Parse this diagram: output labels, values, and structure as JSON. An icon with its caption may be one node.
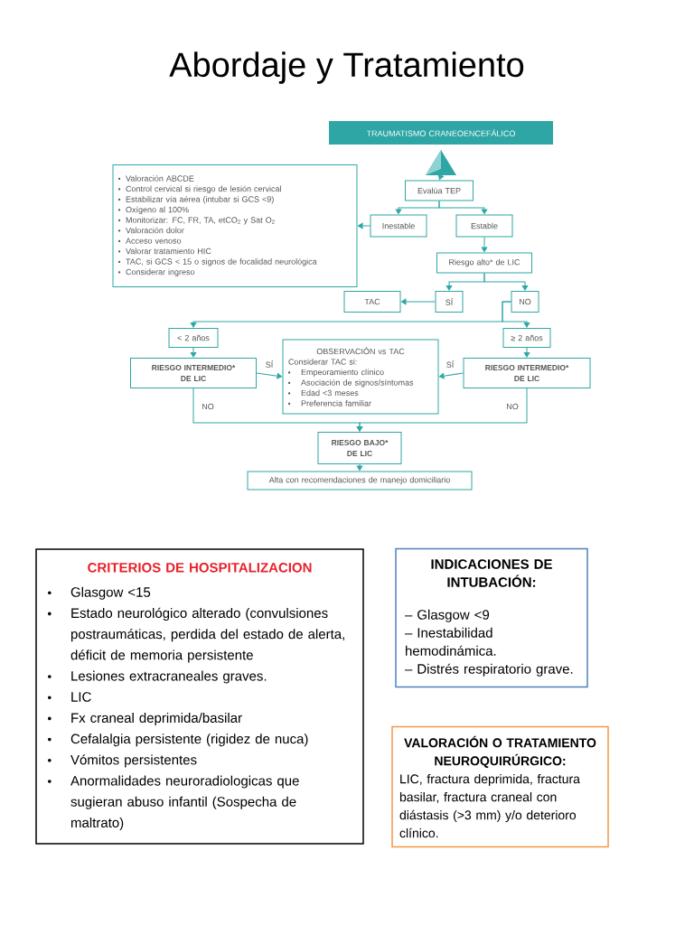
{
  "diagram": {
    "title": "Abordaje y Tratamiento",
    "nodes": [
      {
        "text": [
          "TRAUMATISMO CRANEOENCEFÁLICO"
        ]
      },
      {
        "text": [],
        "shape": "triangle"
      },
      {
        "text": [
          "Evalúa TEP"
        ]
      },
      {
        "text": [
          "Inestable"
        ]
      },
      {
        "text": [
          "Estable"
        ]
      },
      {
        "text": [
          "Valoración ABCDE",
          "Control cervical si riesgo de lesión cervical",
          "Estabilizar vía aérea (intubar si GCS <9)",
          "Oxígeno al 100%",
          "Monitorizar: FC, FR, TA, etCO$_{2}$ y Sat O$_{2}$",
          "Valoración dolor",
          "Acceso venoso",
          "Valorar tratamiento HIC",
          "TAC, si GCS < 15 o signos de focalidad neurológica",
          "Considerar ingreso"
        ]
      },
      {
        "text": [
          "Riesgo alto* de LIC"
        ]
      },
      {
        "text": [
          "TAC"
        ]
      },
      {
        "text": [
          "SÍ"
        ]
      },
      {
        "text": [
          "NO"
        ]
      },
      {
        "text": [
          "< 2 años"
        ]
      },
      {
        "text": [
          "≥ 2 años"
        ]
      },
      {
        "text": [
          "RIESGO INTERMEDIO* DE LIC"
        ]
      },
      {
        "text": [
          "OBSERVACIÓN vs TAC",
          "Considerar TAC si:",
          "Empeoramiento clínico",
          "Asociación de signos/síntomas",
          "Edad <3 meses",
          "Preferencia familiar"
        ]
      },
      {
        "text": [
          "RIESGO INTERMEDIO* DE LIC"
        ]
      },
      {
        "text": [
          "RIESGO BAJO* DE LIC"
        ]
      },
      {
        "text": [
          "Alta con recomendaciones de manejo domiciliario"
        ]
      },
      {
        "text": [
          "CRITERIOS DE HOSPITALIZACION",
          "Glasgow <15",
          "Estado neurológico alterado (convulsiones postraumáticas, perdida del estado de alerta, déficit de memoria persistente",
          "Lesiones extracraneales graves.",
          "LIC",
          "Fx craneal deprimida/basilar",
          "Cefalalgia persistente (rigidez de nuca)",
          "Vómitos persistentes",
          "Anormalidades neuroradiologicas que sugieran abuso infantil (Sospecha de maltrato)"
        ]
      },
      {
        "text": [
          "INDICACIONES DE INTUBACIÓN:",
          "– Glasgow <9",
          "– Inestabilidad hemodinámica.",
          "– Distrés respiratorio grave."
        ]
      },
      {
        "text": [
          "VALORACIÓN O TRATAMIENTO NEUROQUIRÚRGICO:",
          "LIC, fractura deprimida, fractura basilar, fractura craneal con diástasis (>3 mm) y/o deterioro clínico."
        ]
      }
    ],
    "edges": [
      {
        "from": 1,
        "to": 2,
        "arrow": "to"
      },
      {
        "from": 2,
        "to": 3,
        "arrow": "to"
      },
      {
        "from": 2,
        "to": 4,
        "arrow": "to"
      },
      {
        "from": 3,
        "to": 5,
        "arrow": "to"
      },
      {
        "from": 4,
        "to": 6,
        "arrow": "to"
      },
      {
        "from": 6,
        "to": 8,
        "arrow": "to"
      },
      {
        "from": 6,
        "to": 9,
        "arrow": "to"
      },
      {
        "from": 8,
        "to": 7,
        "arrow": "to"
      },
      {
        "from": 9,
        "to": 10,
        "arrow": "to"
      },
      {
        "from": 9,
        "to": 11,
        "arrow": "to"
      },
      {
        "from": 10,
        "to": 12,
        "arrow": "to"
      },
      {
        "from": 11,
        "to": 14,
        "arrow": "to"
      },
      {
        "from": 12,
        "to": 13,
        "arrow": "to",
        "label": "SÍ"
      },
      {
        "from": 14,
        "to": 13,
        "arrow": "to",
        "label": "SÍ"
      },
      {
        "from": 12,
        "to": 15,
        "arrow": "to",
        "label": "NO"
      },
      {
        "from": 14,
        "to": 15,
        "arrow": "to",
        "label": "NO"
      },
      {
        "from": 15,
        "to": 16,
        "arrow": "to"
      }
    ]
  }
}
